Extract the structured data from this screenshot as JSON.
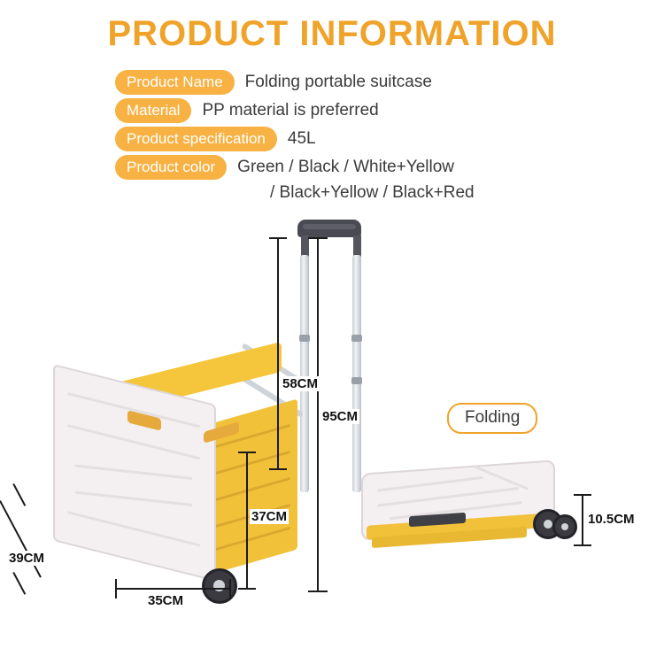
{
  "header": {
    "title": "PRODUCT INFORMATION",
    "title_color": "#f0a32a"
  },
  "specs": {
    "rows": [
      {
        "label": "Product Name",
        "value": "Folding portable suitcase"
      },
      {
        "label": "Material",
        "value": "PP material is preferred"
      },
      {
        "label": "Product specification",
        "value": "45L"
      },
      {
        "label": "Product color",
        "value": "Green / Black / White+Yellow",
        "value_line2": "/ Black+Yellow / Black+Red"
      }
    ]
  },
  "diagram": {
    "dimensions": {
      "height_extended": "95CM",
      "handle_height": "58CM",
      "crate_depth": "37CM",
      "crate_width_front": "39CM",
      "base_width": "35CM",
      "folded_thickness": "10.5CM"
    },
    "caption_folded": "Folding"
  },
  "colors": {
    "accent": "#f0a32a",
    "pill": "#f7b243",
    "yellow_part": "#f2c13a",
    "body": "#f4eff0",
    "dark": "#3f3f46"
  }
}
